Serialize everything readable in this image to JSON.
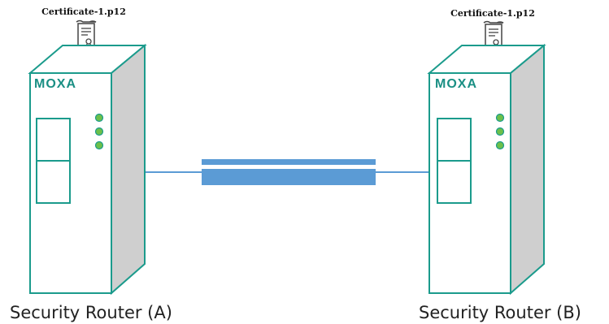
{
  "colors": {
    "device_teal": "#1b9b8c",
    "device_side": "#cfcfcf",
    "led_green": "#6cc04a",
    "link_blue": "#5b9bd5",
    "brand_teal": "#1a8f84"
  },
  "routers": [
    {
      "label": "Security Router (A)",
      "brand": "MOXA",
      "certificate": {
        "filename": "Certificate-1.p12",
        "icon": "certificate-scroll-icon"
      }
    },
    {
      "label": "Security Router (B)",
      "brand": "MOXA",
      "certificate": {
        "filename": "Certificate-1.p12",
        "icon": "certificate-scroll-icon"
      }
    }
  ]
}
